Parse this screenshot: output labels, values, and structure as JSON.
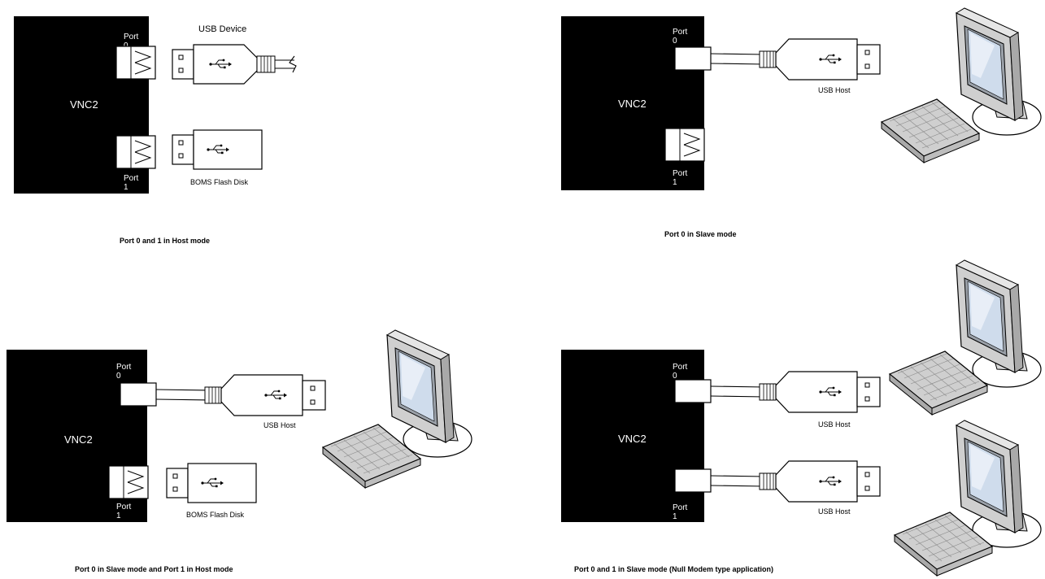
{
  "chip_name": "VNC2",
  "port0": "Port 0",
  "port1": "Port 1",
  "usb_device": "USB Device",
  "usb_host": "USB Host",
  "flash_disk": "BOMS Flash Disk",
  "captions": {
    "host_mode": "Port 0 and 1 in Host mode",
    "slave_mode": "Port 0 in Slave mode",
    "slave_host_mode": "Port 0 in Slave mode and Port 1 in Host mode",
    "null_modem": "Port 0 and 1 in Slave mode (Null Modem type application)"
  },
  "icons": [
    "usb-symbol-icon",
    "computer-monitor-icon",
    "keyboard-icon"
  ]
}
